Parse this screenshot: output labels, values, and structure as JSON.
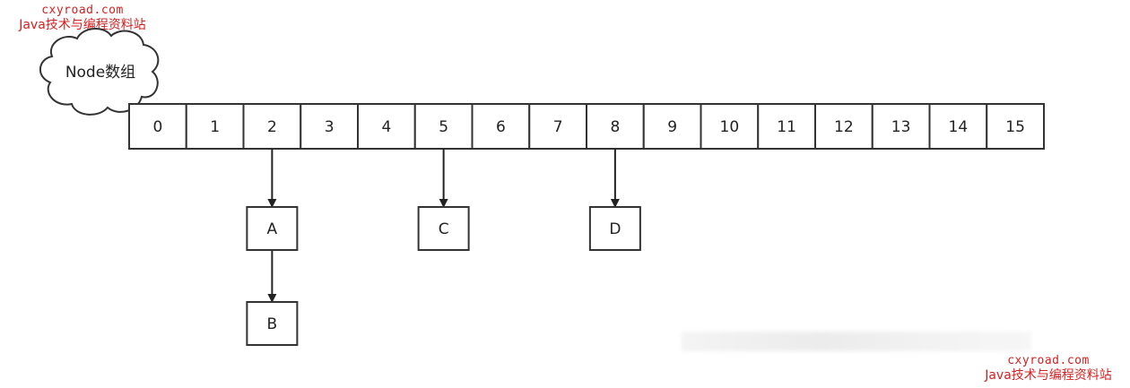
{
  "watermark": {
    "site": "cxyroad.com",
    "name": "Java技术与编程资料站"
  },
  "cloud_label": "Node数组",
  "array_cells": [
    "0",
    "1",
    "2",
    "3",
    "4",
    "5",
    "6",
    "7",
    "8",
    "9",
    "10",
    "11",
    "12",
    "13",
    "14",
    "15"
  ],
  "nodes": [
    {
      "id": "A",
      "label": "A",
      "attached_to": "2",
      "level": 1
    },
    {
      "id": "B",
      "label": "B",
      "attached_to": "2",
      "level": 2
    },
    {
      "id": "C",
      "label": "C",
      "attached_to": "5",
      "level": 1
    },
    {
      "id": "D",
      "label": "D",
      "attached_to": "8",
      "level": 1
    }
  ],
  "links": [
    {
      "from": "cell-2",
      "to": "A"
    },
    {
      "from": "A",
      "to": "B"
    },
    {
      "from": "cell-5",
      "to": "C"
    },
    {
      "from": "cell-8",
      "to": "D"
    }
  ]
}
